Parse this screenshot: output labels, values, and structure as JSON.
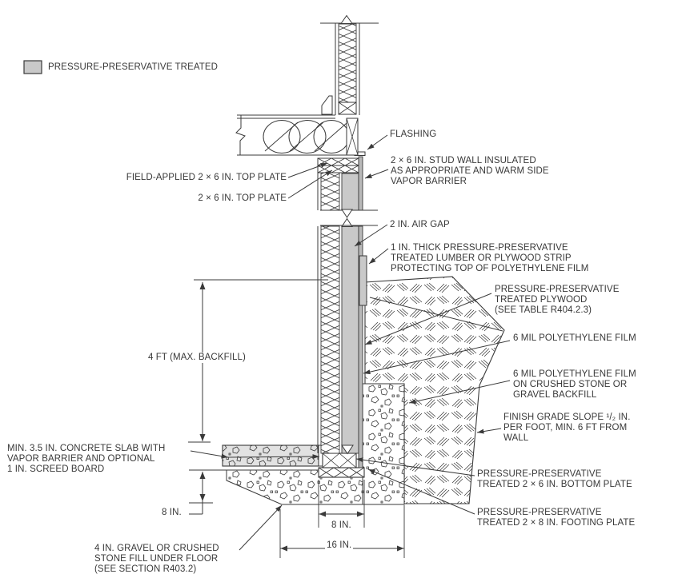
{
  "figure": {
    "legend": {
      "label": "PRESSURE-PRESERVATIVE TREATED",
      "swatch_color": "#c9c9c9"
    },
    "callouts": {
      "flashing": "FLASHING",
      "stud_wall": "2 × 6 IN. STUD WALL INSULATED\nAS APPROPRIATE AND WARM SIDE\nVAPOR BARRIER",
      "field_applied_top_plate": "FIELD-APPLIED 2 × 6 IN. TOP PLATE",
      "top_plate": "2 × 6 IN. TOP PLATE",
      "air_gap": "2 IN. AIR GAP",
      "protective_strip": "1 IN. THICK PRESSURE-PRESERVATIVE\nTREATED LUMBER OR PLYWOOD STRIP\nPROTECTING TOP OF POLYETHYLENE FILM",
      "treated_plywood": "PRESSURE-PRESERVATIVE\nTREATED PLYWOOD\n(SEE TABLE R404.2.3)",
      "poly_film": "6 MIL POLYETHYLENE FILM",
      "poly_film_stone": "6 MIL POLYETHYLENE FILM\nON CRUSHED STONE OR\nGRAVEL BACKFILL",
      "finish_grade": "FINISH GRADE SLOPE ¹/₂ IN.\nPER FOOT, MIN. 6 FT FROM\nWALL",
      "concrete_slab": "MIN. 3.5 IN. CONCRETE SLAB WITH\nVAPOR BARRIER AND OPTIONAL\n1 IN. SCREED BOARD",
      "bottom_plate": "PRESSURE-PRESERVATIVE\nTREATED 2 × 6 IN. BOTTOM PLATE",
      "footing_plate": "PRESSURE-PRESERVATIVE\nTREATED 2 × 8 IN. FOOTING PLATE",
      "gravel_fill": "4 IN. GRAVEL OR CRUSHED\nSTONE FILL UNDER FLOOR\n(SEE SECTION R403.2)"
    },
    "dimensions": {
      "backfill_height": "4 FT (MAX. BACKFILL)",
      "footing_depth": "8 IN.",
      "footing_plate_width": "8 IN.",
      "footing_spread": "16 IN."
    },
    "colors": {
      "treated_fill": "#c9c9c9",
      "line": "#3a3a3a",
      "concrete_fill": "#e2e2e2"
    }
  }
}
